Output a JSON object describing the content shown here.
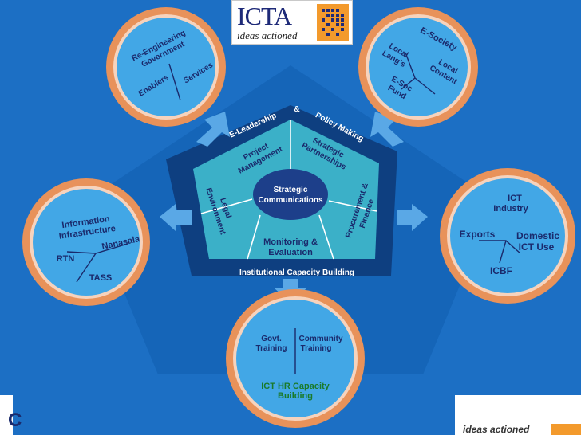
{
  "logo": {
    "name": "ICTA",
    "tagline": "ideas actioned"
  },
  "center": {
    "line1": "Strategic",
    "line2": "Communications"
  },
  "inner_segments": {
    "project_management": [
      "Project",
      "Management"
    ],
    "strategic_partnerships": [
      "Strategic",
      "Partnerships"
    ],
    "procurement_finance": [
      "Procurement &",
      "Finance"
    ],
    "monitoring_evaluation": [
      "Monitoring &",
      "Evaluation"
    ],
    "legal_environment": [
      "Legal",
      "Environment"
    ]
  },
  "outer_band": {
    "e_leadership": "E-Leadership",
    "ampersand": "&",
    "policy_making": "Policy Making",
    "capacity_building": "Institutional Capacity Building"
  },
  "circles": {
    "reengineering": {
      "title": [
        "Re-Engineering",
        "Government"
      ],
      "left": "Enablers",
      "right": "Services"
    },
    "esociety": {
      "title": "E-Society",
      "local_langs": [
        "Local",
        "Lang's"
      ],
      "local_content": [
        "Local",
        "Content"
      ],
      "esoc_fund": [
        "E-Soc",
        "Fund"
      ]
    },
    "ict_industry": {
      "title": [
        "ICT",
        "Industry"
      ],
      "exports": "Exports",
      "domestic": [
        "Domestic",
        "ICT Use"
      ],
      "icbf": "ICBF"
    },
    "info_infra": {
      "title": [
        "Information",
        "Infrastructure"
      ],
      "rtn": "RTN",
      "nanasala": "Nanasala",
      "tass": "TASS"
    },
    "hr_capacity": {
      "govt": [
        "Govt.",
        "Training"
      ],
      "community": [
        "Community",
        "Training"
      ],
      "title": [
        "ICT HR Capacity",
        "Building"
      ]
    }
  },
  "footer": {
    "partial_left": "C",
    "partial_right": "ideas actioned"
  },
  "colors": {
    "background": "#1c6fc4",
    "pentagon_outer": "#1565b8",
    "pentagon_band": "#0e3f80",
    "inner": "#3bb0c8",
    "center": "#1d3f8a",
    "circle_ring": "#e8925a",
    "circle_fill": "#42a7e6",
    "label_dark": "#1a2a6c",
    "label_green": "#1a7a2a"
  }
}
